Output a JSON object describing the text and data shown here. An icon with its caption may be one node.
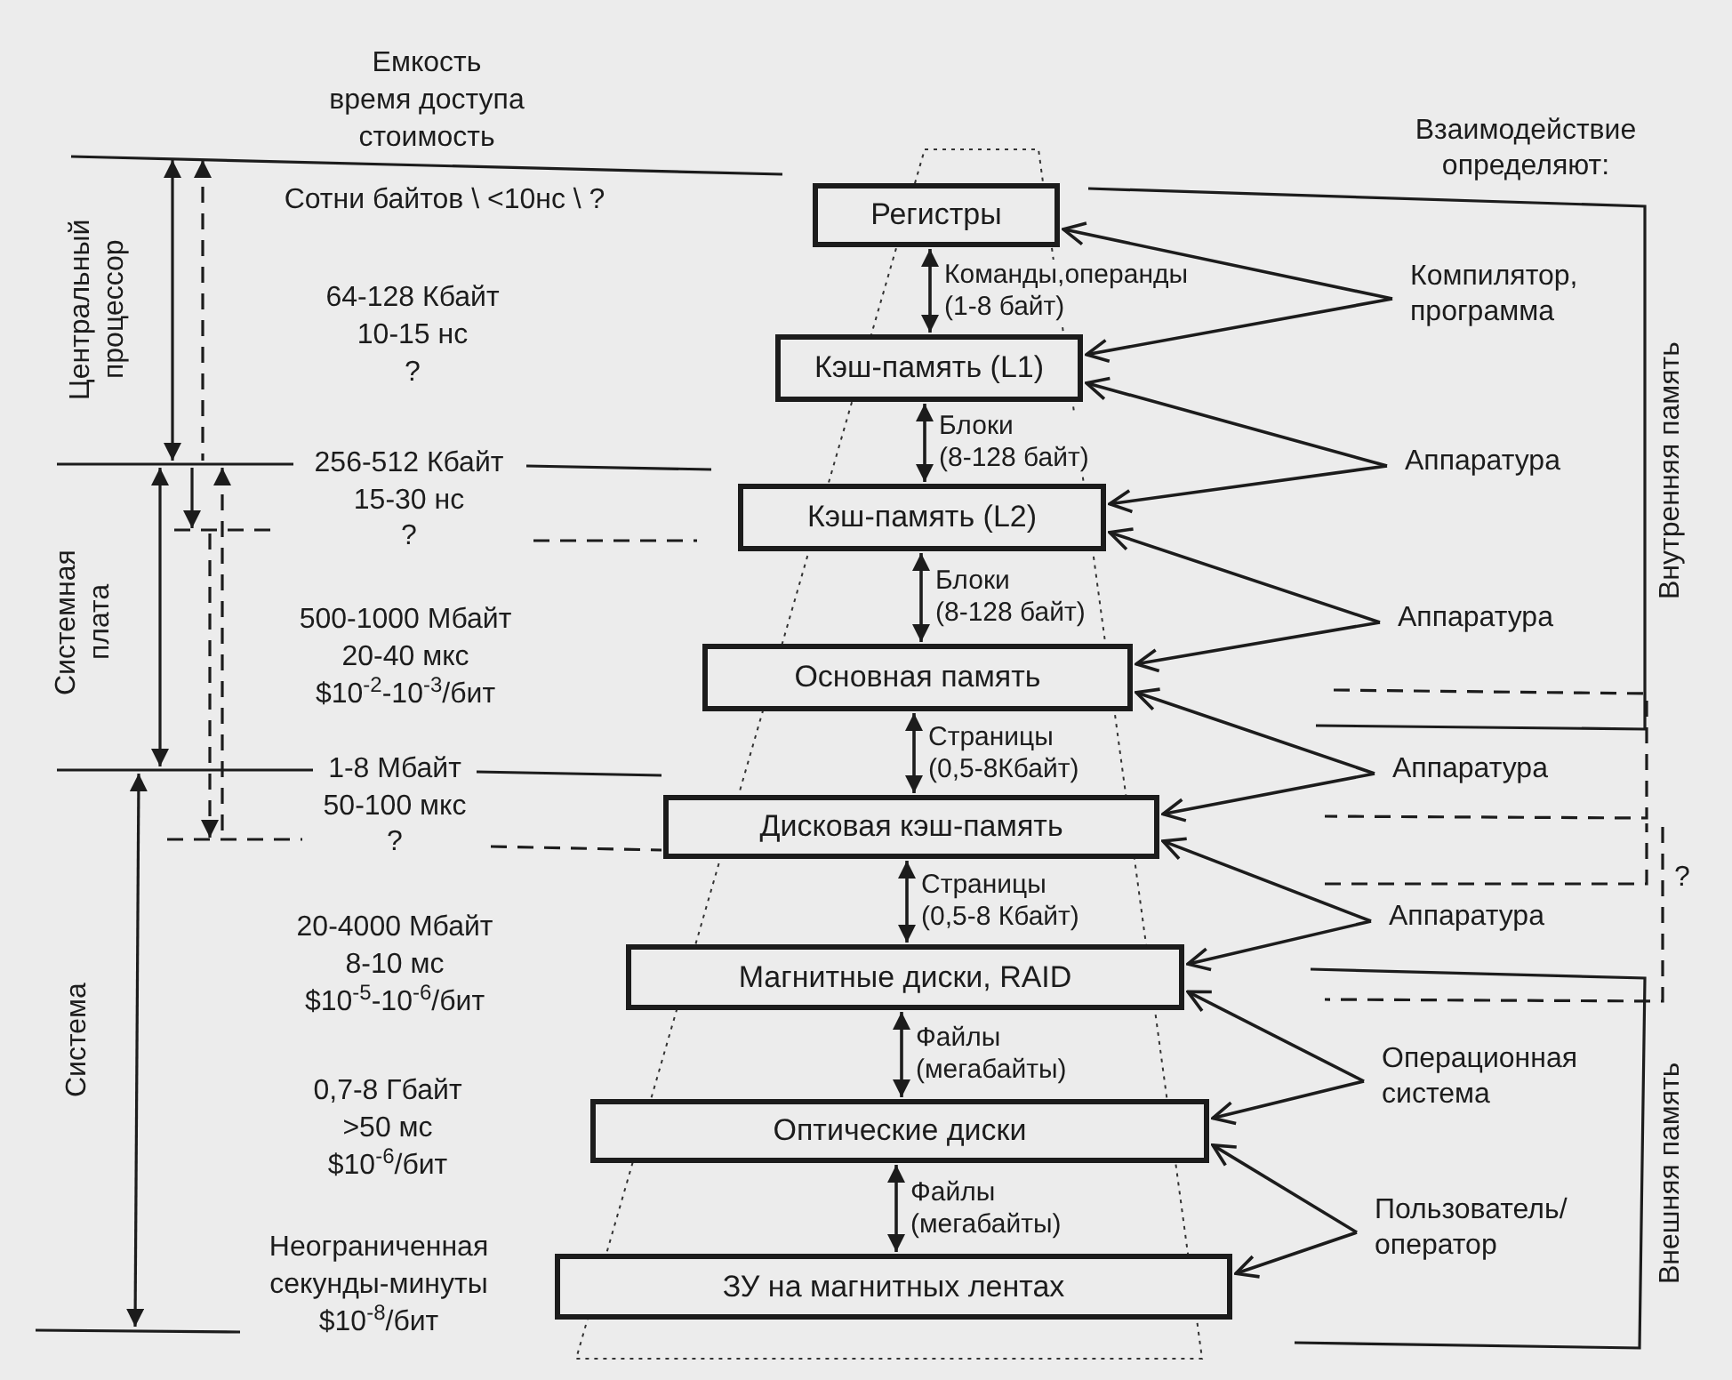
{
  "diagram": {
    "nodes": [
      {
        "text": [
          "Регистры"
        ]
      },
      {
        "text": [
          "Кэш-память (L1)"
        ]
      },
      {
        "text": [
          "Кэш-память (L2)"
        ]
      },
      {
        "text": [
          "Основная память"
        ]
      },
      {
        "text": [
          "Дисковая кэш-память"
        ]
      },
      {
        "text": [
          "Магнитные диски, RAID"
        ]
      },
      {
        "text": [
          "Оптические диски"
        ]
      },
      {
        "text": [
          "ЗУ на магнитных лентах"
        ]
      },
      {
        "text": [
          "Компилятор, программа"
        ]
      },
      {
        "text": [
          "Аппаратура"
        ]
      },
      {
        "text": [
          "Аппаратура"
        ]
      },
      {
        "text": [
          "Аппаратура"
        ]
      },
      {
        "text": [
          "Аппаратура"
        ]
      },
      {
        "text": [
          "Операционная система"
        ]
      },
      {
        "text": [
          "Пользователь/ оператор"
        ]
      }
    ],
    "edges": [
      {
        "from": 0,
        "to": 1,
        "arrow": "both",
        "label": "Команды,операнды (1-8 байт)"
      },
      {
        "from": 1,
        "to": 2,
        "arrow": "both",
        "label": "Блоки (8-128 байт)"
      },
      {
        "from": 2,
        "to": 3,
        "arrow": "both",
        "label": "Блоки (8-128 байт)"
      },
      {
        "from": 3,
        "to": 4,
        "arrow": "both",
        "label": "Страницы (0,5-8Кбайт)"
      },
      {
        "from": 4,
        "to": 5,
        "arrow": "both",
        "label": "Страницы (0,5-8 Кбайт)"
      },
      {
        "from": 5,
        "to": 6,
        "arrow": "both",
        "label": "Файлы (мегабайты)"
      },
      {
        "from": 6,
        "to": 7,
        "arrow": "both",
        "label": "Файлы (мегабайты)"
      },
      {
        "from": 8,
        "to": 0,
        "arrow": "to"
      },
      {
        "from": 8,
        "to": 1,
        "arrow": "to"
      },
      {
        "from": 9,
        "to": 1,
        "arrow": "to"
      },
      {
        "from": 9,
        "to": 2,
        "arrow": "to"
      },
      {
        "from": 10,
        "to": 2,
        "arrow": "to"
      },
      {
        "from": 10,
        "to": 3,
        "arrow": "to"
      },
      {
        "from": 11,
        "to": 3,
        "arrow": "to"
      },
      {
        "from": 11,
        "to": 4,
        "arrow": "to"
      },
      {
        "from": 12,
        "to": 4,
        "arrow": "to"
      },
      {
        "from": 12,
        "to": 5,
        "arrow": "to"
      },
      {
        "from": 13,
        "to": 5,
        "arrow": "to"
      },
      {
        "from": 13,
        "to": 6,
        "arrow": "to"
      },
      {
        "from": 14,
        "to": 6,
        "arrow": "to"
      },
      {
        "from": 14,
        "to": 7,
        "arrow": "to"
      }
    ],
    "labels": [
      "Емкость",
      "время доступа",
      "стоимость",
      "Взаимодействие определяют:",
      "Сотни байтов \\ <10нс \\ ?",
      "64-128 Кбайт",
      "10-15 нс",
      "?",
      "256-512 Кбайт",
      "15-30 нс",
      "?",
      "500-1000 Мбайт",
      "20-40 мкс",
      "$10$^{-2}$-10$^{-3}$/бит",
      "1-8 Мбайт",
      "50-100 мкс",
      "?",
      "20-4000 Мбайт",
      "8-10 мс",
      "$10$^{-5}$-10$^{-6}$/бит",
      "0,7-8 Гбайт",
      ">50 мс",
      "$10$^{-6}$/бит",
      "Неограниченная",
      "секунды-минуты",
      "$10$^{-8}$/бит",
      "Центральный процессор",
      "Системная плата",
      "Система",
      "Внутренняя память",
      "?",
      "Внешняя память"
    ]
  }
}
